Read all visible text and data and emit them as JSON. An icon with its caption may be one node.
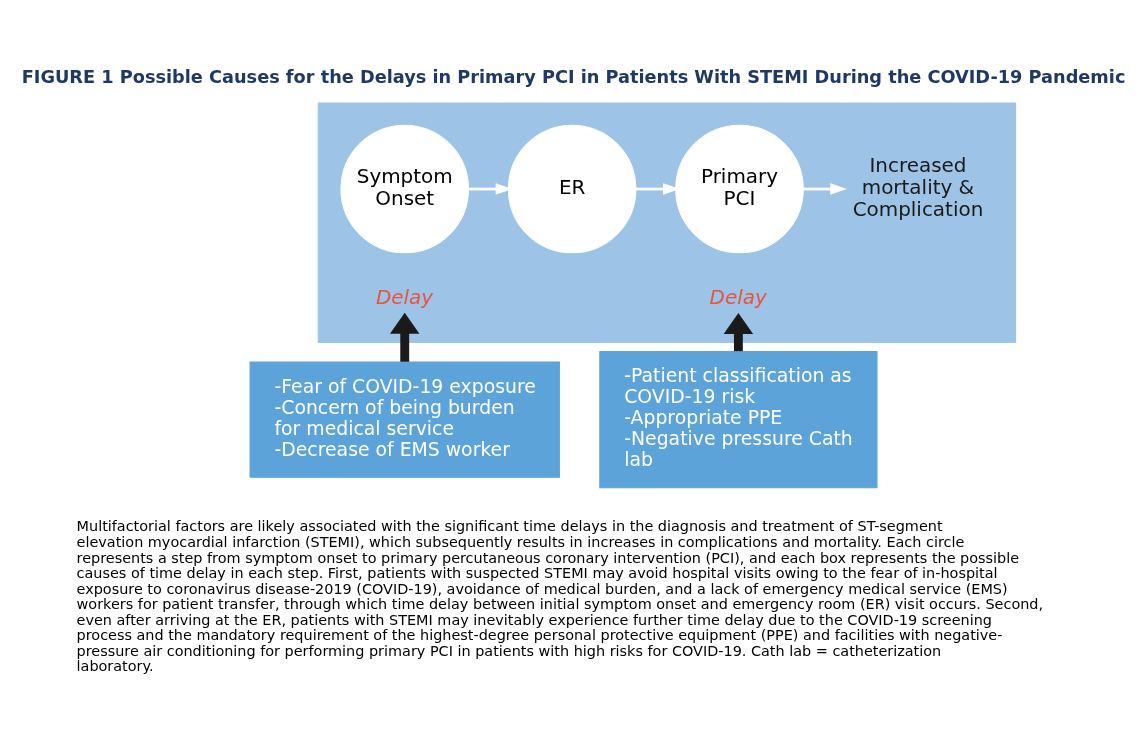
{
  "diagram": {
    "title": "FIGURE 1 Possible Causes for the Delays in Primary PCI in Patients With STEMI During the COVID-19 Pandemic",
    "caption": "Multifactorial factors are likely associated with the significant time delays in the diagnosis and treatment of ST-segment elevation myocardial infarction (STEMI), which subsequently results in increases in complications and mortality. Each circle represents a step from symptom onset to primary percutaneous coronary intervention (PCI), and each box represents the possible causes of time delay in each step. First, patients with suspected STEMI may avoid hospital visits owing to the fear of in-hospital exposure to coronavirus disease-2019 (COVID-19), avoidance of medical burden, and a lack of emergency medical service (EMS) workers for patient transfer, through which time delay between initial symptom onset and emergency room (ER) visit occurs. Second, even after arriving at the ER, patients with STEMI may inevitably experience further time delay due to the COVID-19 screening process and the mandatory requirement of the highest-degree personal protective equipment (PPE) and facilities with negative-pressure air conditioning for performing primary PCI in patients with high risks for COVID-19. Cath lab = catheterization laboratory.",
    "nodes": [
      {
        "text": [],
        "shape": "box"
      },
      {
        "text": [
          "Symptom Onset"
        ],
        "in": 0
      },
      {
        "text": [
          "ER"
        ],
        "in": 0
      },
      {
        "text": [
          "Primary PCI"
        ],
        "in": 0
      },
      {
        "text": [
          "Increased mortality & Complication"
        ],
        "in": 0
      },
      {
        "text": [
          "Delay"
        ],
        "in": 0
      },
      {
        "text": [
          "Delay"
        ],
        "in": 0
      },
      {
        "text": [
          "-Fear of COVID-19 exposure",
          "-Concern of being burden for medical service",
          "-Decrease of EMS worker"
        ]
      },
      {
        "text": [
          "-Patient classification as COVID-19 risk",
          "-Appropriate PPE",
          "-Negative pressure Cath lab"
        ]
      }
    ],
    "edges": [
      {
        "from": 1,
        "to": 2,
        "arrow": "to"
      },
      {
        "from": 2,
        "to": 3,
        "arrow": "to"
      },
      {
        "from": 3,
        "to": 4,
        "arrow": "to"
      },
      {
        "from": 7,
        "to": 5,
        "arrow": "to",
        "style": "thick",
        "color": "#1a1a1a"
      },
      {
        "from": 8,
        "to": 6,
        "arrow": "to",
        "style": "thick",
        "color": "#1a1a1a"
      }
    ]
  }
}
